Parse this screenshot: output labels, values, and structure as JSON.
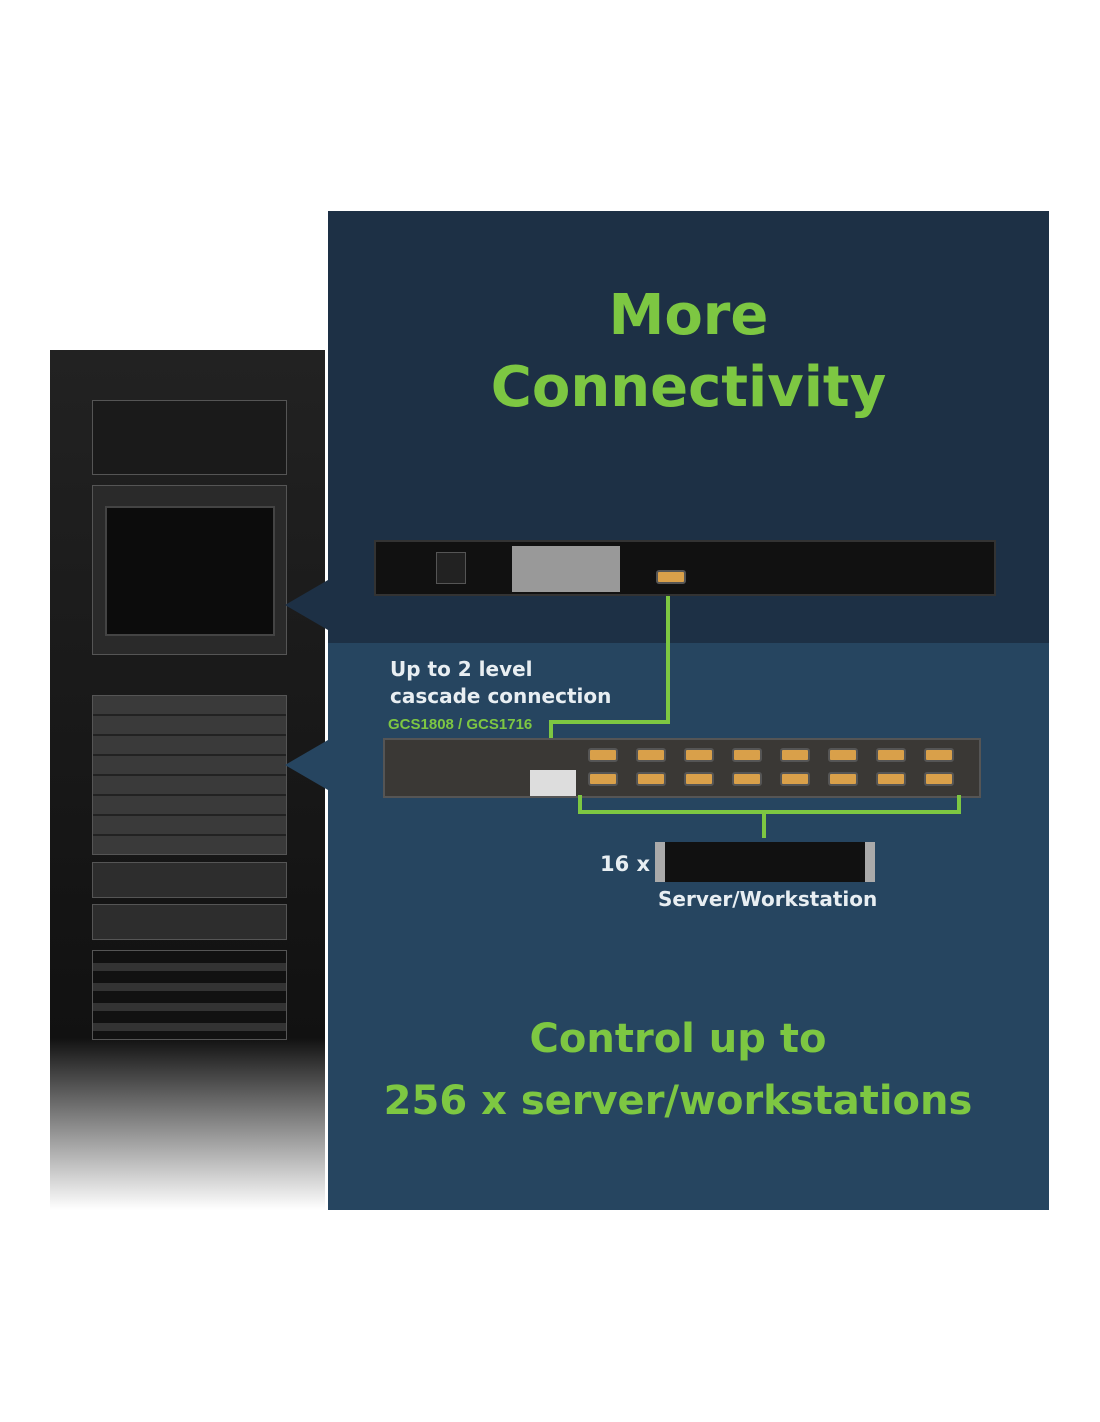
{
  "title": {
    "line1": "More",
    "line2": "Connectivity"
  },
  "cascade": {
    "line1": "Up to 2 level",
    "line2": "cascade connection",
    "models": "GCS1808 / GCS1716"
  },
  "servers": {
    "count": "16 x",
    "label": "Server/Workstation"
  },
  "footer": {
    "line1": "Control up to",
    "line2": "256 x server/workstations"
  },
  "colors": {
    "accent": "#7dc742",
    "panel_dark": "#1d3045",
    "panel_light": "#264560"
  }
}
